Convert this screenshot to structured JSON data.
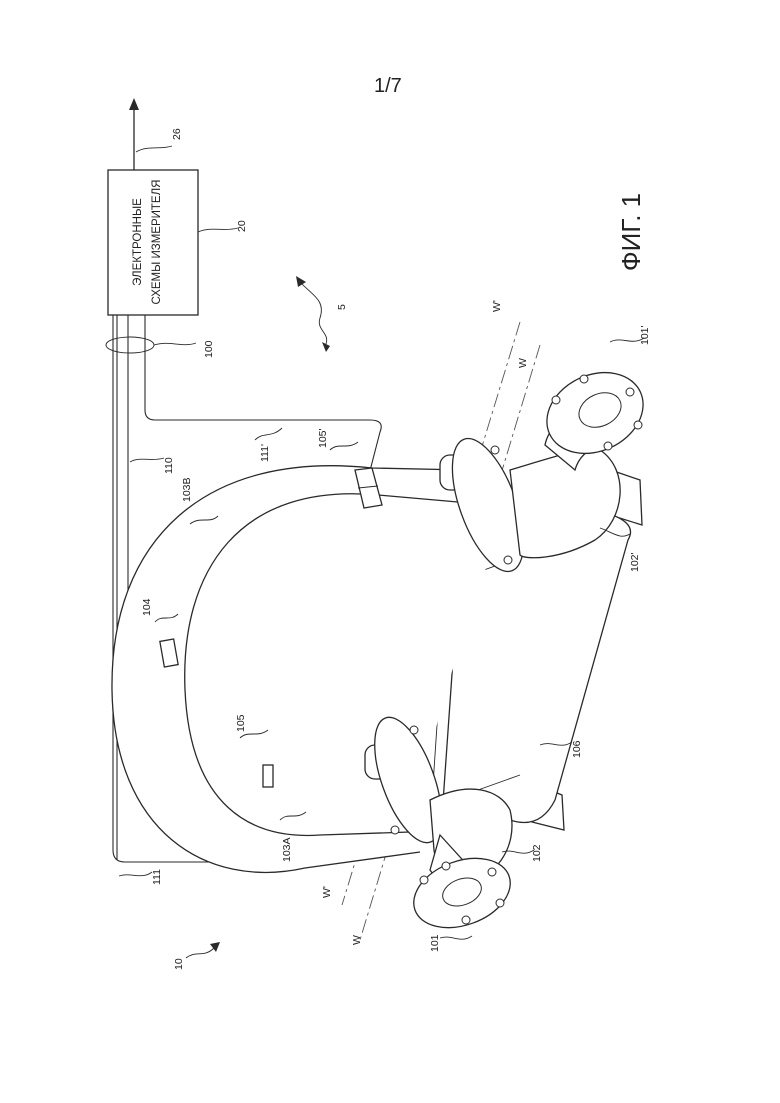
{
  "page_number": "1/7",
  "figure_title": "ФИГ. 1",
  "electronics_box": {
    "line1": "ЭЛЕКТРОННЫЕ",
    "line2": "СХЕМЫ ИЗМЕРИТЕЛЯ"
  },
  "labels": {
    "meter": "10",
    "assembly": "5",
    "electronics": "20",
    "output": "26",
    "leads": "100",
    "lead_110": "110",
    "lead_111": "111",
    "lead_111p": "111'",
    "tube_a": "103A",
    "tube_b": "103B",
    "driver": "104",
    "pickoff": "105",
    "pickoff_p": "105'",
    "flange": "101",
    "flange_p": "101'",
    "manifold": "102",
    "manifold_p": "102'",
    "spacer": "106",
    "axis_w": "W",
    "axis_w_p": "W'",
    "axis_w2": "W",
    "axis_w2_p": "W'"
  }
}
